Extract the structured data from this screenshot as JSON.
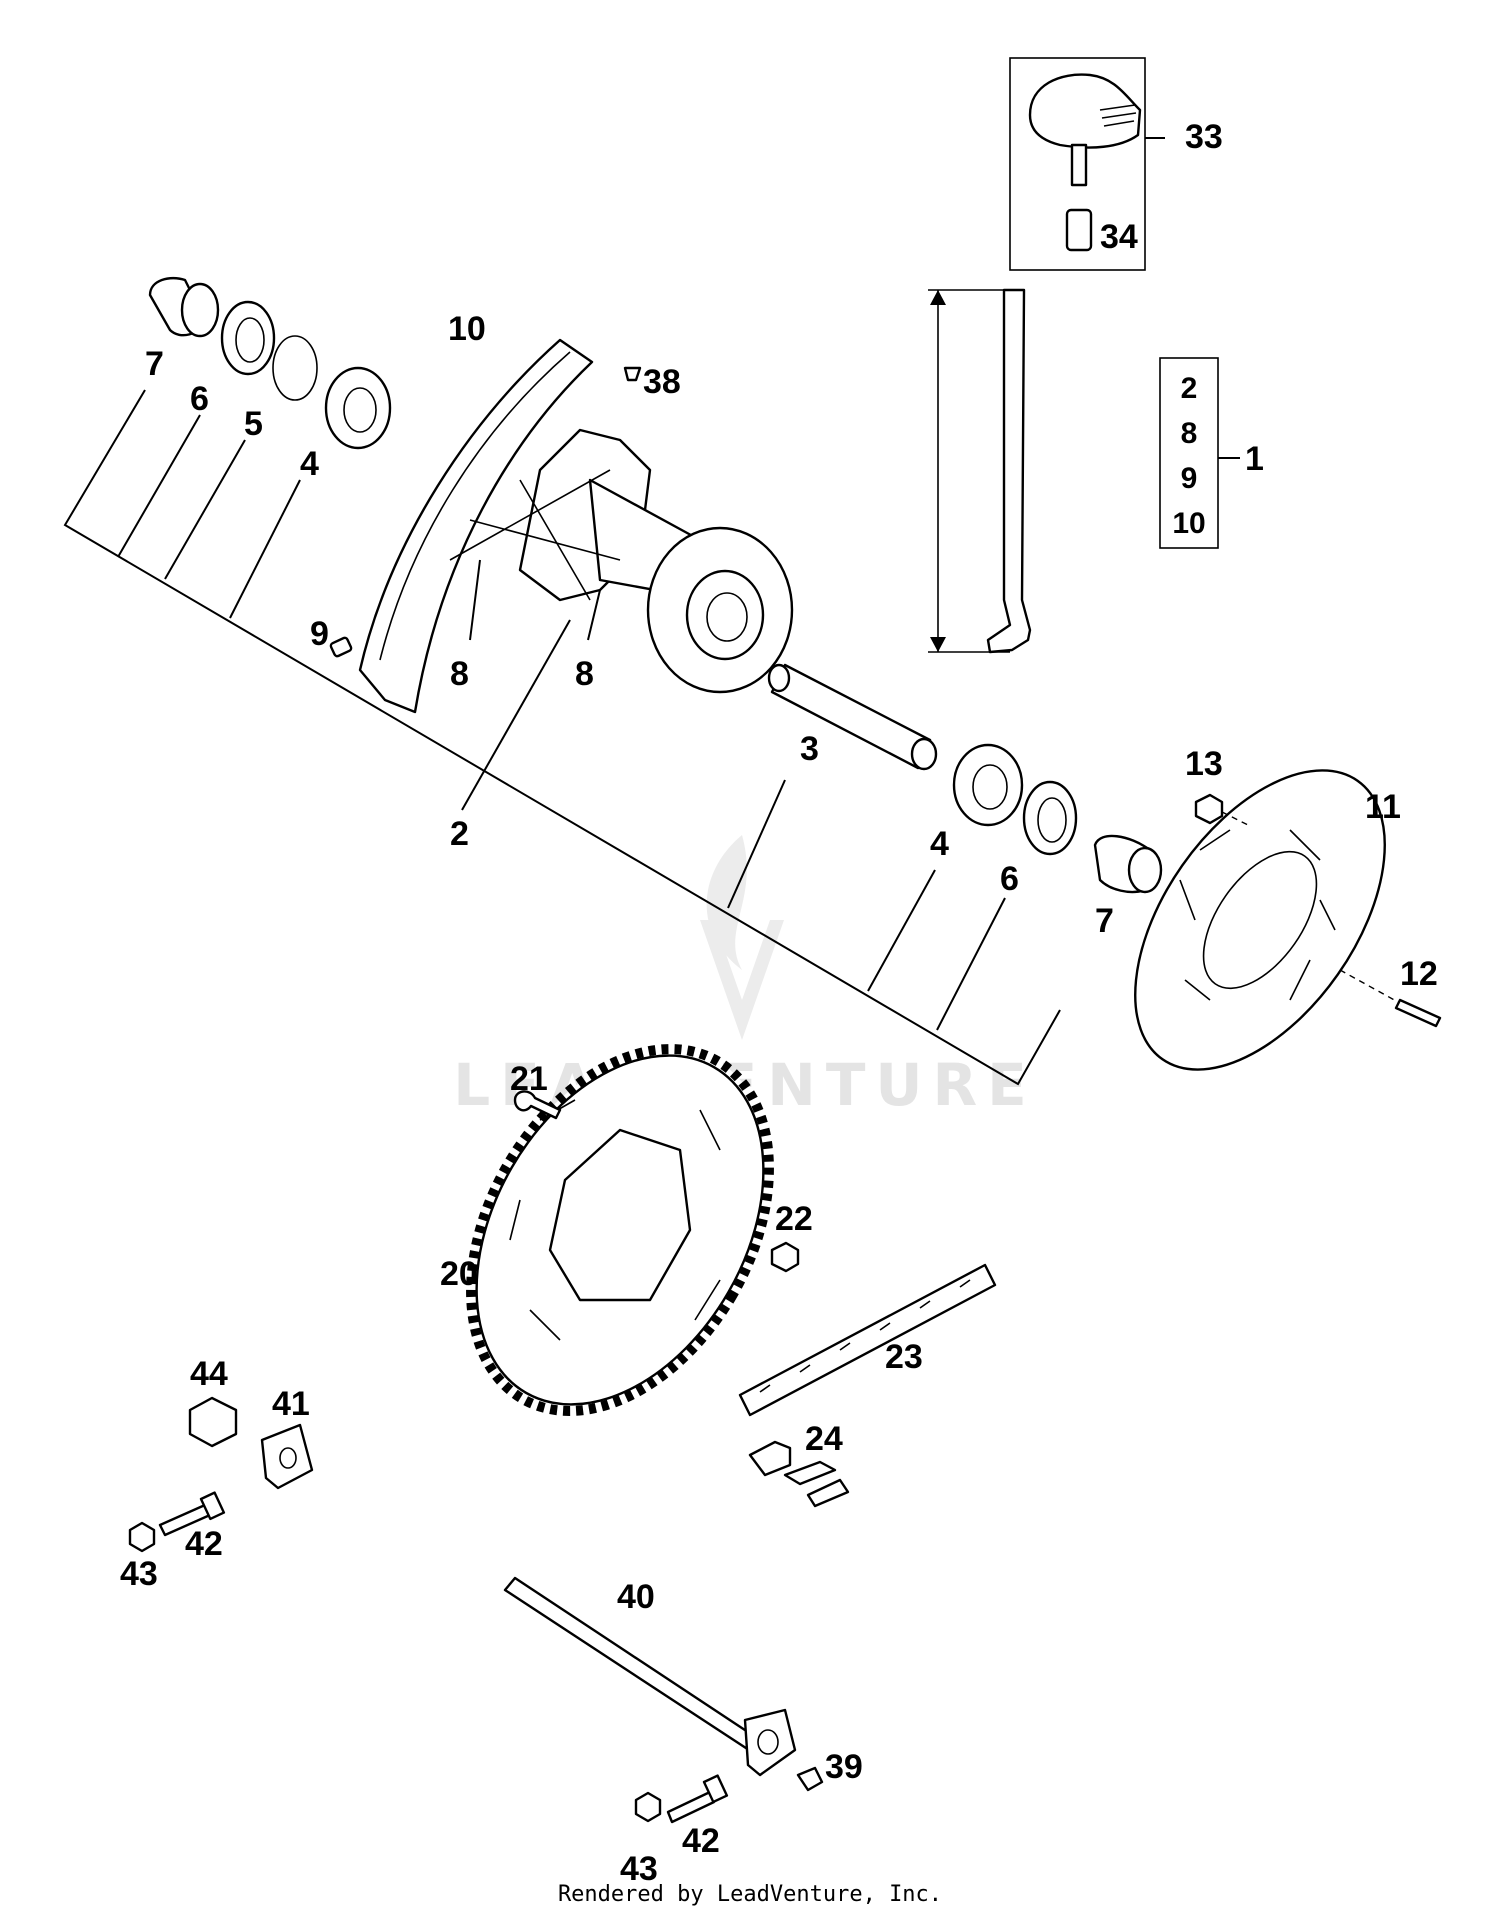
{
  "watermark": {
    "brand": "LEADVENTURE"
  },
  "footer": {
    "text": "Rendered by LeadVenture, Inc."
  },
  "kit": {
    "items": [
      "2",
      "8",
      "9",
      "10"
    ],
    "label": "1"
  },
  "callouts": {
    "c33": "33",
    "c34": "34",
    "c10": "10",
    "c38": "38",
    "c7a": "7",
    "c6a": "6",
    "c5": "5",
    "c4a": "4",
    "c9": "9",
    "c8a": "8",
    "c8b": "8",
    "c2": "2",
    "c3": "3",
    "c4b": "4",
    "c6b": "6",
    "c7b": "7",
    "c13": "13",
    "c11": "11",
    "c12": "12",
    "c21": "21",
    "c20": "20",
    "c22": "22",
    "c23": "23",
    "c24": "24",
    "c44": "44",
    "c41": "41",
    "c42a": "42",
    "c43a": "43",
    "c40": "40",
    "c39": "39",
    "c42b": "42",
    "c43b": "43"
  }
}
